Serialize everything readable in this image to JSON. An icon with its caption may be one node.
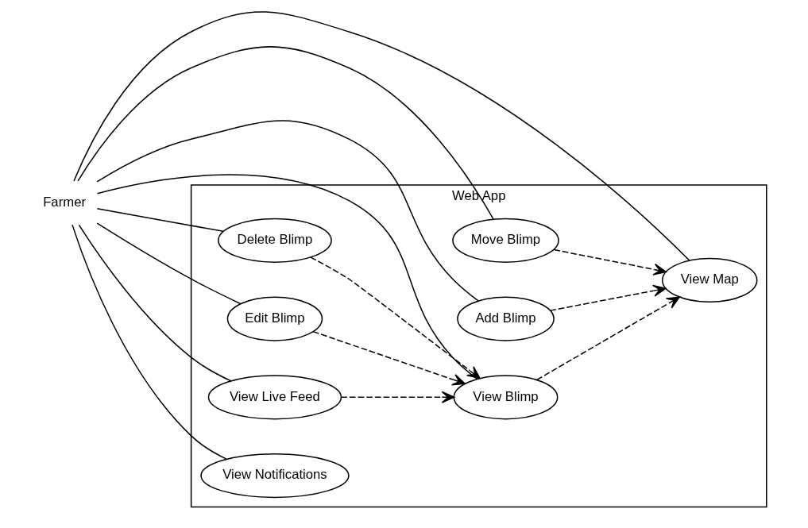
{
  "diagram": {
    "nodes": [
      {
        "text": [
          "Web App"
        ]
      },
      {
        "text": [
          "Farmer"
        ]
      },
      {
        "text": [
          "Move Blimp"
        ],
        "in": 0
      },
      {
        "text": [
          "View Map"
        ],
        "in": 0
      },
      {
        "text": [
          "Add Blimp"
        ],
        "in": 0
      },
      {
        "text": [
          "View Blimp"
        ],
        "in": 0
      },
      {
        "text": [
          "Delete Blimp"
        ],
        "in": 0
      },
      {
        "text": [
          "Edit Blimp"
        ],
        "in": 0
      },
      {
        "text": [
          "View Live Feed"
        ],
        "in": 0
      },
      {
        "text": [
          "View Notifications"
        ],
        "in": 0
      }
    ],
    "edges": [
      {
        "from": 1,
        "to": 2,
        "arrow": "none"
      },
      {
        "from": 1,
        "to": 3,
        "arrow": "none"
      },
      {
        "from": 1,
        "to": 4,
        "arrow": "none"
      },
      {
        "from": 1,
        "to": 6,
        "arrow": "none"
      },
      {
        "from": 1,
        "to": 5,
        "arrow": "none"
      },
      {
        "from": 1,
        "to": 8,
        "arrow": "none"
      },
      {
        "from": 1,
        "to": 7,
        "arrow": "none"
      },
      {
        "from": 1,
        "to": 9,
        "arrow": "none"
      },
      {
        "from": 2,
        "to": 3,
        "arrow": "to",
        "style": "dashed"
      },
      {
        "from": 4,
        "to": 3,
        "arrow": "to",
        "style": "dashed"
      },
      {
        "from": 5,
        "to": 3,
        "arrow": "to",
        "style": "dashed"
      },
      {
        "from": 6,
        "to": 5,
        "arrow": "to",
        "style": "dashed"
      },
      {
        "from": 7,
        "to": 5,
        "arrow": "to",
        "style": "dashed"
      },
      {
        "from": 8,
        "to": 5,
        "arrow": "to",
        "style": "dashed"
      }
    ]
  }
}
